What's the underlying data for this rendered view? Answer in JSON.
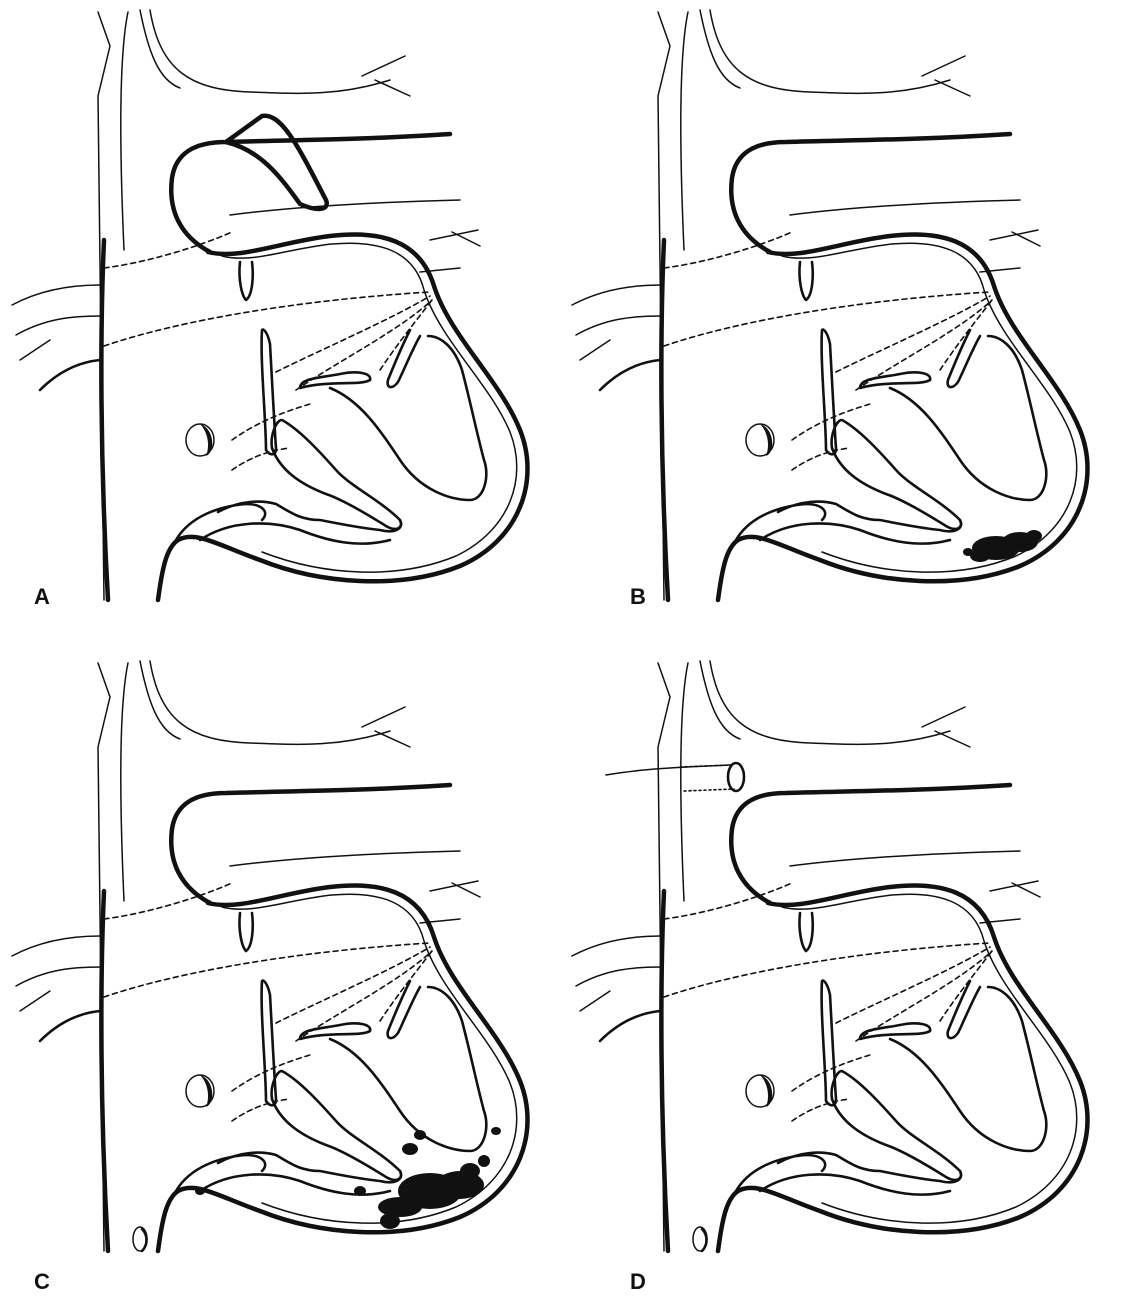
{
  "figure": {
    "panels": [
      {
        "label": "A",
        "lesion": "none"
      },
      {
        "label": "B",
        "lesion": "apical"
      },
      {
        "label": "C",
        "lesion": "apical-extended"
      },
      {
        "label": "D",
        "lesion": "none"
      }
    ]
  }
}
